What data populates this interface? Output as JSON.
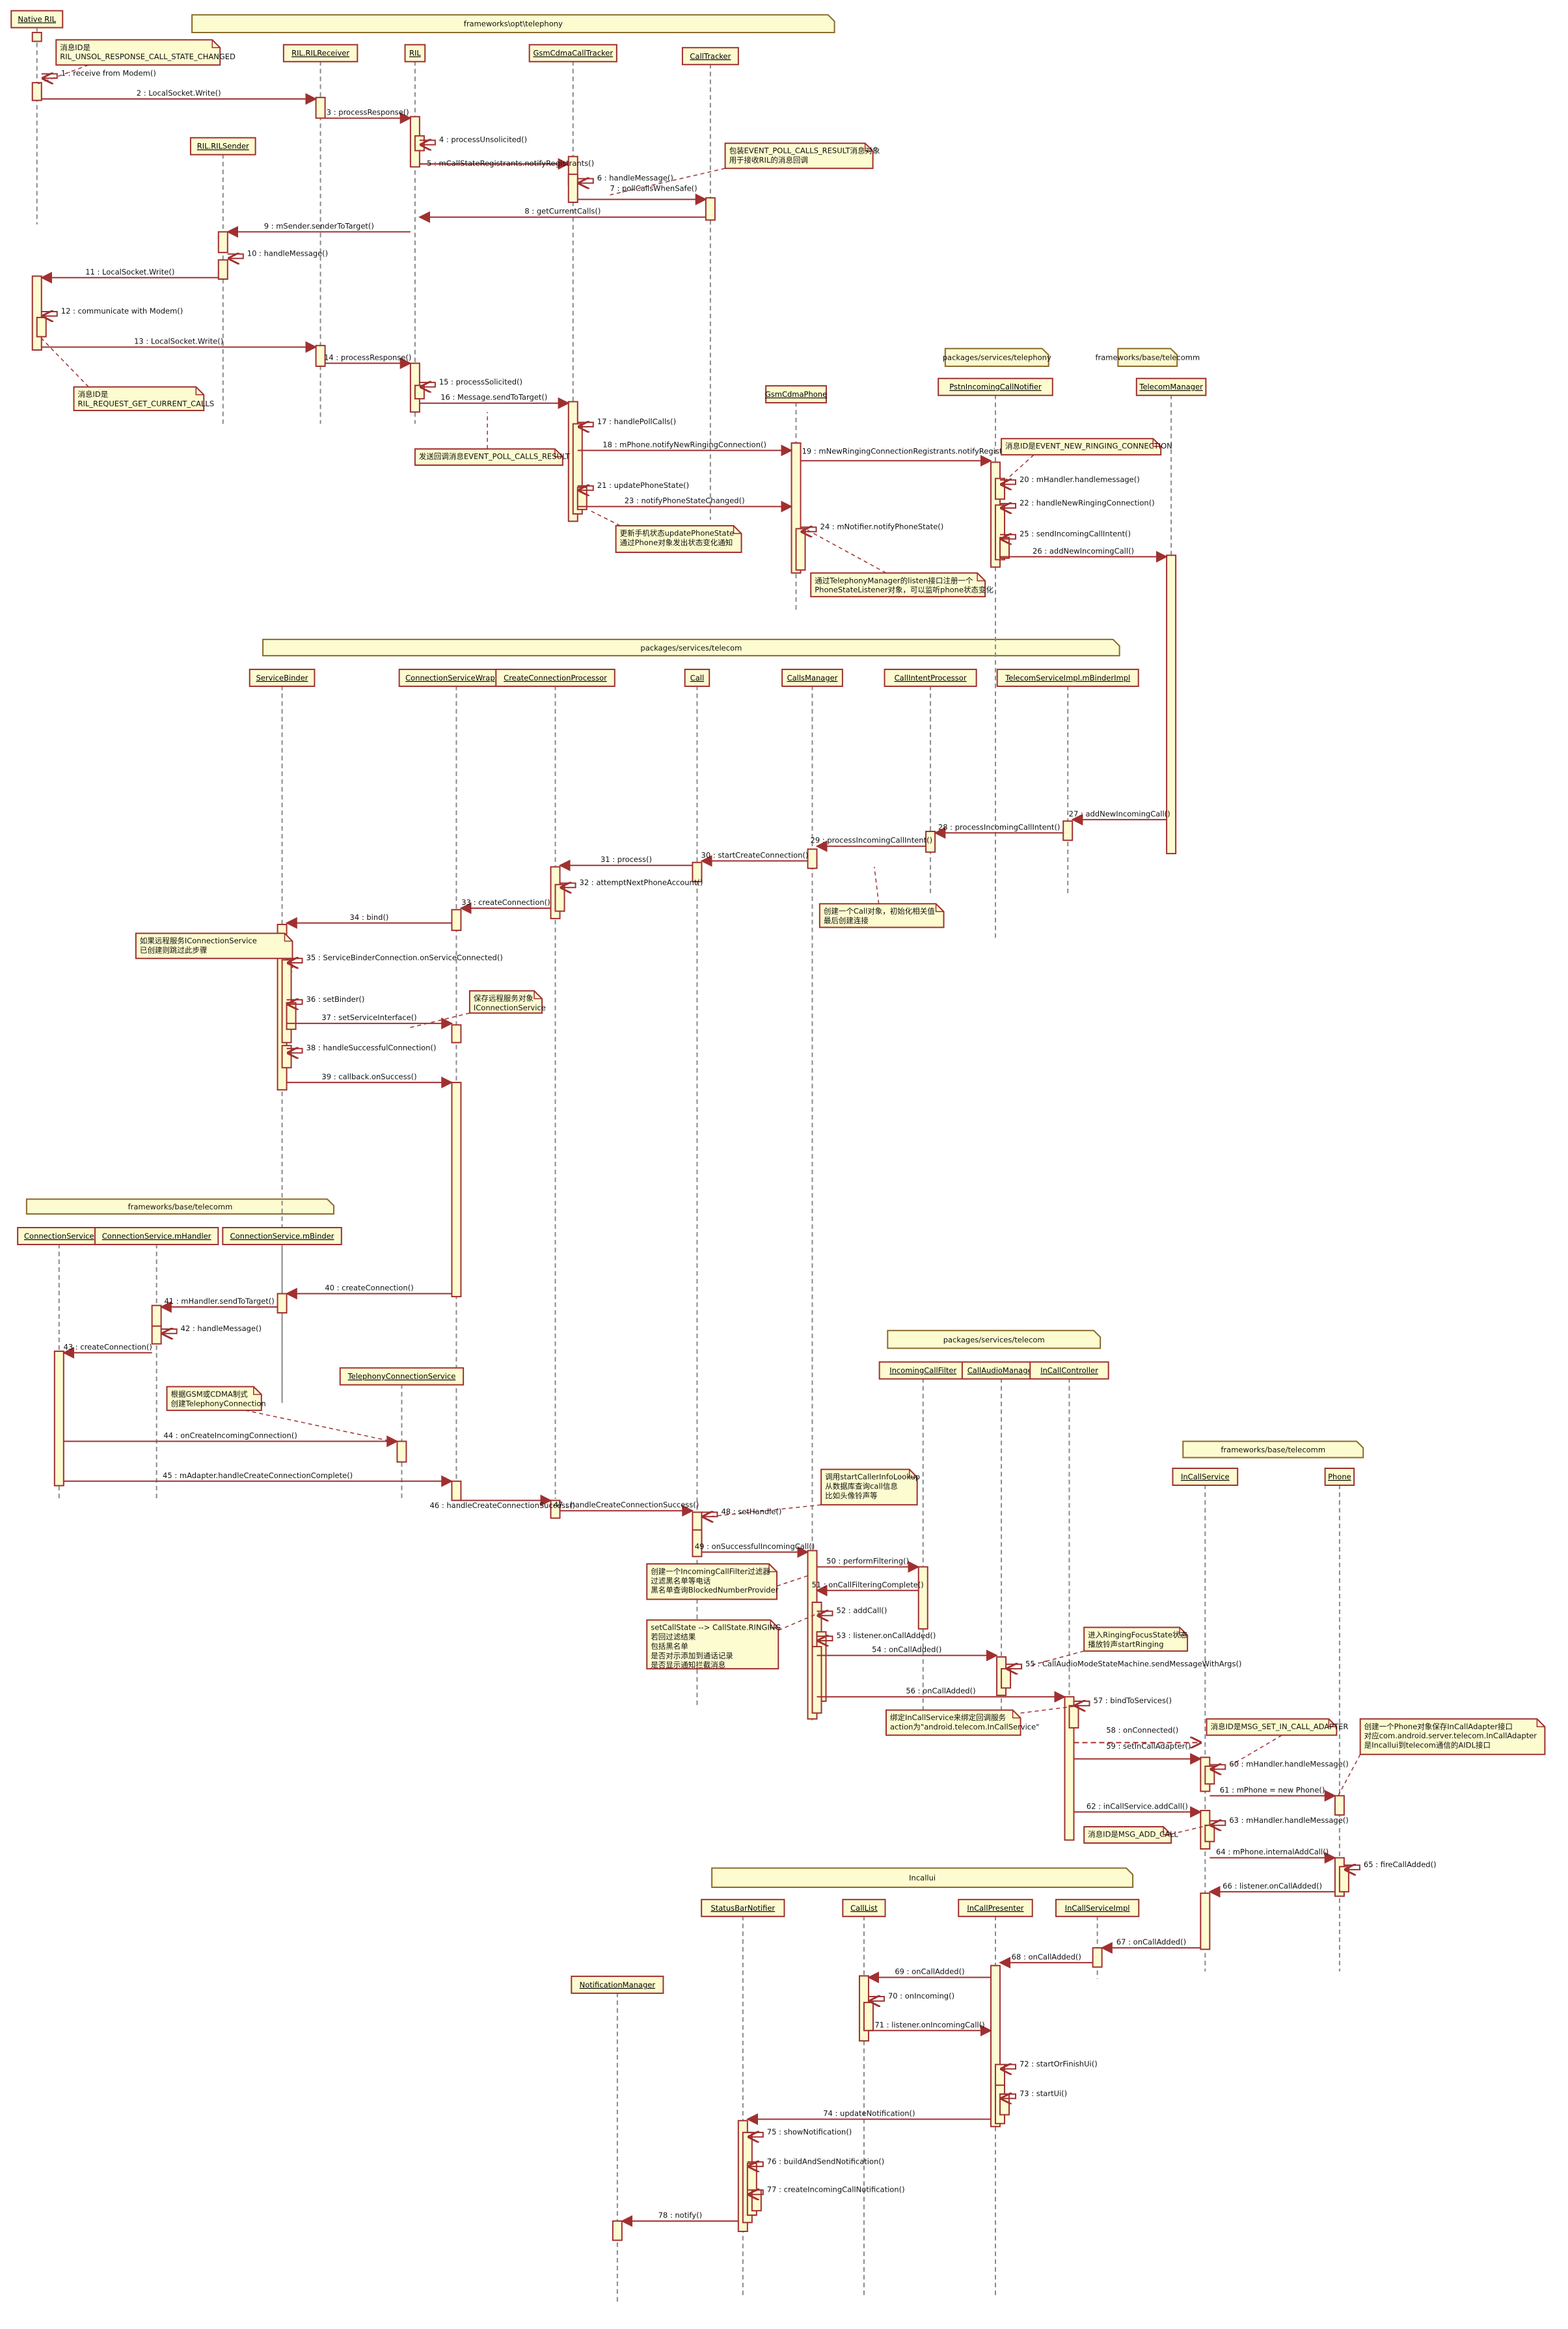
{
  "packages": [
    {
      "id": "pk1",
      "label": "frameworks\\opt\\telephony"
    },
    {
      "id": "pk2",
      "label": "packages/services/telephony"
    },
    {
      "id": "pk3",
      "label": "frameworks/base/telecomm"
    },
    {
      "id": "pk4",
      "label": "packages/services/telecom"
    },
    {
      "id": "pk5",
      "label": "frameworks/base/telecomm"
    },
    {
      "id": "pk6",
      "label": "packages/services/telecom"
    },
    {
      "id": "pk7",
      "label": "frameworks/base/telecomm"
    },
    {
      "id": "pk8",
      "label": "Incallui"
    }
  ],
  "participants": [
    {
      "id": "nativeRil",
      "label": "Native RIL"
    },
    {
      "id": "rilReceiver",
      "label": "RIL.RILReceiver"
    },
    {
      "id": "ril",
      "label": "RIL"
    },
    {
      "id": "gsmTracker",
      "label": "GsmCdmaCallTracker"
    },
    {
      "id": "callTracker",
      "label": "CallTracker"
    },
    {
      "id": "rilSender",
      "label": "RIL.RILSender"
    },
    {
      "id": "gsmPhone",
      "label": "GsmCdmaPhone"
    },
    {
      "id": "pstnNotifier",
      "label": "PstnIncomingCallNotifier"
    },
    {
      "id": "telecomMgr",
      "label": "TelecomManager"
    },
    {
      "id": "serviceBinder",
      "label": "ServiceBinder"
    },
    {
      "id": "csWrapper",
      "label": "ConnectionServiceWrapper"
    },
    {
      "id": "ccp",
      "label": "CreateConnectionProcessor"
    },
    {
      "id": "call",
      "label": "Call"
    },
    {
      "id": "callsMgr",
      "label": "CallsManager"
    },
    {
      "id": "cip",
      "label": "CallIntentProcessor"
    },
    {
      "id": "tsi",
      "label": "TelecomServiceImpl.mBinderImpl"
    },
    {
      "id": "connService",
      "label": "ConnectionService"
    },
    {
      "id": "csHandler",
      "label": "ConnectionService.mHandler"
    },
    {
      "id": "csBinder",
      "label": "ConnectionService.mBinder"
    },
    {
      "id": "telConnService",
      "label": "TelephonyConnectionService"
    },
    {
      "id": "incomingFilter",
      "label": "IncomingCallFilter"
    },
    {
      "id": "callAudio",
      "label": "CallAudioManager"
    },
    {
      "id": "inCallCtrl",
      "label": "InCallController"
    },
    {
      "id": "inCallService",
      "label": "InCallService"
    },
    {
      "id": "phone",
      "label": "Phone"
    },
    {
      "id": "statusBar",
      "label": "StatusBarNotifier"
    },
    {
      "id": "callList",
      "label": "CallList"
    },
    {
      "id": "inCallPresenter",
      "label": "InCallPresenter"
    },
    {
      "id": "inCallServiceImpl",
      "label": "InCallServiceImpl"
    },
    {
      "id": "notifMgr",
      "label": "NotificationManager"
    }
  ],
  "messages": [
    {
      "n": "1",
      "label": "1 : receive from Modem()"
    },
    {
      "n": "2",
      "label": "2 : LocalSocket.Write()"
    },
    {
      "n": "3",
      "label": "3 : processResponse()"
    },
    {
      "n": "4",
      "label": "4 : processUnsolicited()"
    },
    {
      "n": "5",
      "label": "5 : mCallStateRegistrants.notifyRegistrants()"
    },
    {
      "n": "6",
      "label": "6 : handleMessage()"
    },
    {
      "n": "7",
      "label": "7 : pollCallsWhenSafe()"
    },
    {
      "n": "8",
      "label": "8 : getCurrentCalls()"
    },
    {
      "n": "9",
      "label": "9 : mSender.senderToTarget()"
    },
    {
      "n": "10",
      "label": "10 : handleMessage()"
    },
    {
      "n": "11",
      "label": "11 : LocalSocket.Write()"
    },
    {
      "n": "12",
      "label": "12 : communicate with Modem()"
    },
    {
      "n": "13",
      "label": "13 : LocalSocket.Write()"
    },
    {
      "n": "14",
      "label": "14 : processResponse()"
    },
    {
      "n": "15",
      "label": "15 : processSolicited()"
    },
    {
      "n": "16",
      "label": "16 : Message.sendToTarget()"
    },
    {
      "n": "17",
      "label": "17 : handlePollCalls()"
    },
    {
      "n": "18",
      "label": "18 : mPhone.notifyNewRingingConnection()"
    },
    {
      "n": "19",
      "label": "19 : mNewRingingConnectionRegistrants.notifyRegistrants()"
    },
    {
      "n": "20",
      "label": "20 : mHandler.handlemessage()"
    },
    {
      "n": "21",
      "label": "21 : updatePhoneState()"
    },
    {
      "n": "22",
      "label": "22 : handleNewRingingConnection()"
    },
    {
      "n": "23",
      "label": "23 : notifyPhoneStateChanged()"
    },
    {
      "n": "24",
      "label": "24 : mNotifier.notifyPhoneState()"
    },
    {
      "n": "25",
      "label": "25 : sendIncomingCallIntent()"
    },
    {
      "n": "26",
      "label": "26 : addNewIncomingCall()"
    },
    {
      "n": "27",
      "label": "27 : addNewIncomingCall()"
    },
    {
      "n": "28",
      "label": "28 : processIncomingCallIntent()"
    },
    {
      "n": "29",
      "label": "29 : processIncomingCallIntent()"
    },
    {
      "n": "30",
      "label": "30 : startCreateConnection()"
    },
    {
      "n": "31",
      "label": "31 : process()"
    },
    {
      "n": "32",
      "label": "32 : attemptNextPhoneAccount()"
    },
    {
      "n": "33",
      "label": "33 : createConnection()"
    },
    {
      "n": "34",
      "label": "34 : bind()"
    },
    {
      "n": "35",
      "label": "35 : ServiceBinderConnection.onServiceConnected()"
    },
    {
      "n": "36",
      "label": "36 : setBinder()"
    },
    {
      "n": "37",
      "label": "37 : setServiceInterface()"
    },
    {
      "n": "38",
      "label": "38 : handleSuccessfulConnection()"
    },
    {
      "n": "39",
      "label": "39 : callback.onSuccess()"
    },
    {
      "n": "40",
      "label": "40 : createConnection()"
    },
    {
      "n": "41",
      "label": "41 : mHandler.sendToTarget()"
    },
    {
      "n": "42",
      "label": "42 : handleMessage()"
    },
    {
      "n": "43",
      "label": "43 : createConnection()"
    },
    {
      "n": "44",
      "label": "44 : onCreateIncomingConnection()"
    },
    {
      "n": "45",
      "label": "45 : mAdapter.handleCreateConnectionComplete()"
    },
    {
      "n": "46",
      "label": "46 : handleCreateConnectionSuccess()"
    },
    {
      "n": "47",
      "label": "47 : handleCreateConnectionSuccess()"
    },
    {
      "n": "48",
      "label": "48 : setHandle()"
    },
    {
      "n": "49",
      "label": "49 : onSuccessfulIncomingCall()"
    },
    {
      "n": "50",
      "label": "50 : performFiltering()"
    },
    {
      "n": "51",
      "label": "51 : onCallFilteringComplete()"
    },
    {
      "n": "52",
      "label": "52 : addCall()"
    },
    {
      "n": "53",
      "label": "53 : listener.onCallAdded()"
    },
    {
      "n": "54",
      "label": "54 : onCallAdded()"
    },
    {
      "n": "55",
      "label": "55 : CallAudioModeStateMachine.sendMessageWithArgs()"
    },
    {
      "n": "56",
      "label": "56 : onCallAdded()"
    },
    {
      "n": "57",
      "label": "57 : bindToServices()"
    },
    {
      "n": "58",
      "label": "58 : onConnected()"
    },
    {
      "n": "59",
      "label": "59 : setInCallAdapter()"
    },
    {
      "n": "60",
      "label": "60 : mHandler.handleMessage()"
    },
    {
      "n": "61",
      "label": "61 : mPhone = new Phone()"
    },
    {
      "n": "62",
      "label": "62 : inCallService.addCall()"
    },
    {
      "n": "63",
      "label": "63 : mHandler.handleMessage()"
    },
    {
      "n": "64",
      "label": "64 : mPhone.internalAddCall()"
    },
    {
      "n": "65",
      "label": "65 : fireCallAdded()"
    },
    {
      "n": "66",
      "label": "66 : listener.onCallAdded()"
    },
    {
      "n": "67",
      "label": "67 : onCallAdded()"
    },
    {
      "n": "68",
      "label": "68 : onCallAdded()"
    },
    {
      "n": "69",
      "label": "69 : onCallAdded()"
    },
    {
      "n": "70",
      "label": "70 : onIncoming()"
    },
    {
      "n": "71",
      "label": "71 : listener.onIncomingCall()"
    },
    {
      "n": "72",
      "label": "72 : startOrFinishUi()"
    },
    {
      "n": "73",
      "label": "73 : startUi()"
    },
    {
      "n": "74",
      "label": "74 : updateNotification()"
    },
    {
      "n": "75",
      "label": "75 : showNotification()"
    },
    {
      "n": "76",
      "label": "76 : buildAndSendNotification()"
    },
    {
      "n": "77",
      "label": "77 : createIncomingCallNotification()"
    },
    {
      "n": "78",
      "label": "78 : notify()"
    }
  ],
  "notes": [
    {
      "id": "n1",
      "lines": [
        "消息ID是",
        "RIL_UNSOL_RESPONSE_CALL_STATE_CHANGED"
      ]
    },
    {
      "id": "n2",
      "lines": [
        "包装EVENT_POLL_CALLS_RESULT消息对象",
        "用于接收RIL的消息回调"
      ]
    },
    {
      "id": "n3",
      "lines": [
        "消息ID是",
        "RIL_REQUEST_GET_CURRENT_CALLS"
      ]
    },
    {
      "id": "n4",
      "lines": [
        "发送回调消息EVENT_POLL_CALLS_RESULT"
      ]
    },
    {
      "id": "n5",
      "lines": [
        "消息ID是EVENT_NEW_RINGING_CONNECTION"
      ]
    },
    {
      "id": "n6",
      "lines": [
        "更新手机状态updatePhoneState",
        "通过Phone对象发出状态变化通知"
      ]
    },
    {
      "id": "n7",
      "lines": [
        "通过TelephonyManager的listen接口注册一个",
        "PhoneStateListener对象，可以监听phone状态变化"
      ]
    },
    {
      "id": "n8",
      "lines": [
        "创建一个Call对象，初始化相关值",
        "最后创建连接"
      ]
    },
    {
      "id": "n9",
      "lines": [
        "如果远程服务IConnectionService",
        "已创建则跳过此步骤"
      ]
    },
    {
      "id": "n10",
      "lines": [
        "保存远程服务对象",
        "IConnectionService"
      ]
    },
    {
      "id": "n11",
      "lines": [
        "根据GSM或CDMA制式",
        "创建TelephonyConnection"
      ]
    },
    {
      "id": "n12",
      "lines": [
        "调用startCallerInfoLookup",
        "从数据库查询call信息",
        "比如头像铃声等"
      ]
    },
    {
      "id": "n13",
      "lines": [
        "创建一个IncomingCallFilter过滤器",
        "过滤黑名单等电话",
        "黑名单查询BlockedNumberProvider"
      ]
    },
    {
      "id": "n14",
      "lines": [
        "setCallState --> CallState.RINGING",
        "若回过滤结果",
        "包括黑名单",
        "是否对示添加到通话记录",
        "是否显示通知拦截消息"
      ]
    },
    {
      "id": "n15",
      "lines": [
        "进入RingingFocusState状态",
        "播放铃声startRinging"
      ]
    },
    {
      "id": "n16",
      "lines": [
        "绑定InCallService来绑定回调服务",
        "action为\"android.telecom.InCallService\""
      ]
    },
    {
      "id": "n17",
      "lines": [
        "消息ID是MSG_SET_IN_CALL_ADAPTER"
      ]
    },
    {
      "id": "n18",
      "lines": [
        "创建一个Phone对象保存InCallAdapter接口",
        "对应com.android.server.telecom.InCallAdapter",
        "是Incallui到telecom通信的AIDL接口"
      ]
    },
    {
      "id": "n19",
      "lines": [
        "消息ID是MSG_ADD_CALL"
      ]
    }
  ]
}
